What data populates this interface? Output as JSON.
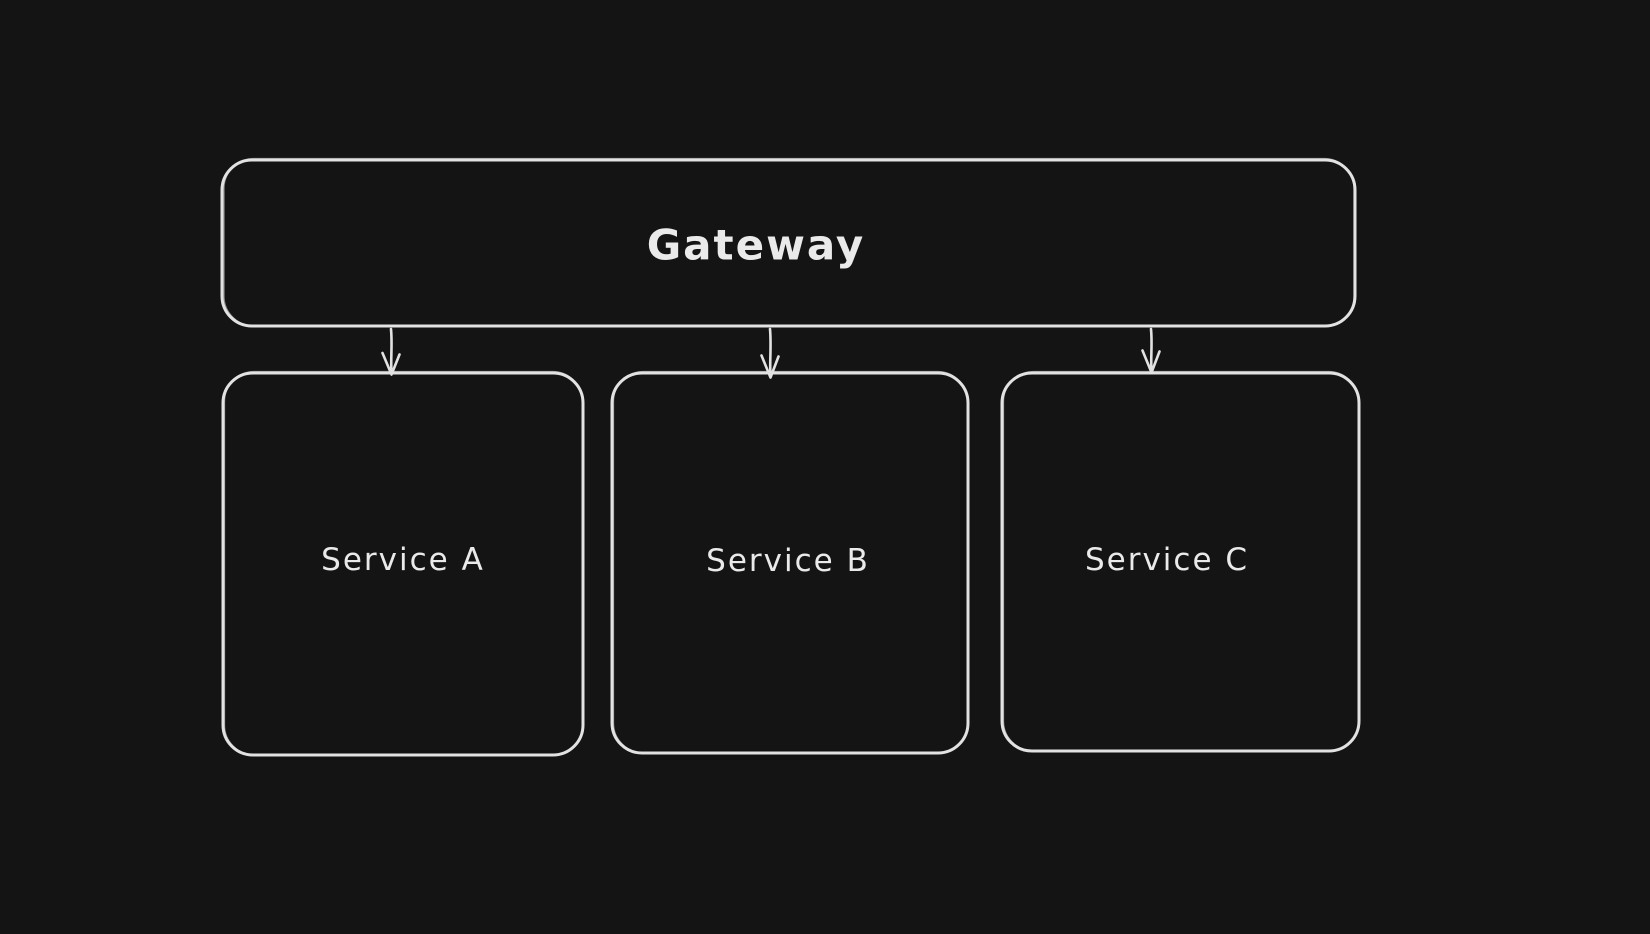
{
  "canvas": {
    "background": "#141414",
    "stroke_color": "#e2e2e2",
    "text_color": "#eaeaea"
  },
  "diagram": {
    "type": "flowchart",
    "nodes": [
      {
        "id": "gateway",
        "label": "Gateway",
        "shape": "rounded-rectangle"
      },
      {
        "id": "service-a",
        "label": "Service A",
        "shape": "rounded-rectangle"
      },
      {
        "id": "service-b",
        "label": "Service B",
        "shape": "rounded-rectangle"
      },
      {
        "id": "service-c",
        "label": "Service C",
        "shape": "rounded-rectangle"
      }
    ],
    "edges": [
      {
        "from": "gateway",
        "to": "service-a",
        "type": "arrow"
      },
      {
        "from": "gateway",
        "to": "service-b",
        "type": "arrow"
      },
      {
        "from": "gateway",
        "to": "service-c",
        "type": "arrow"
      }
    ]
  }
}
